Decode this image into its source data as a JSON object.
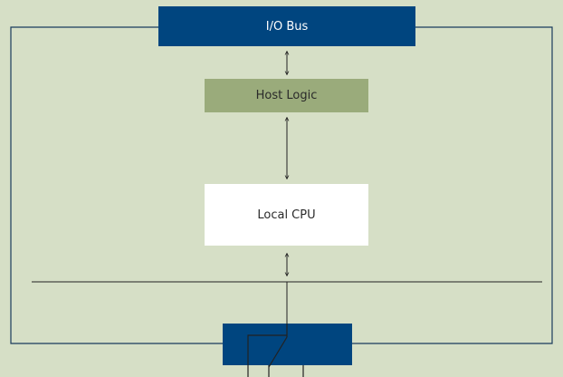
{
  "diagram": {
    "io_bus": "I/O Bus",
    "host_logic": "Host Logic",
    "local_cpu": "Local CPU"
  },
  "colors": {
    "background": "#d6dfc6",
    "bus_block": "#00457f",
    "host_logic_fill": "#9aab7b",
    "cpu_fill": "#ffffff",
    "line": "#1a3a5c",
    "connector": "#222222"
  }
}
